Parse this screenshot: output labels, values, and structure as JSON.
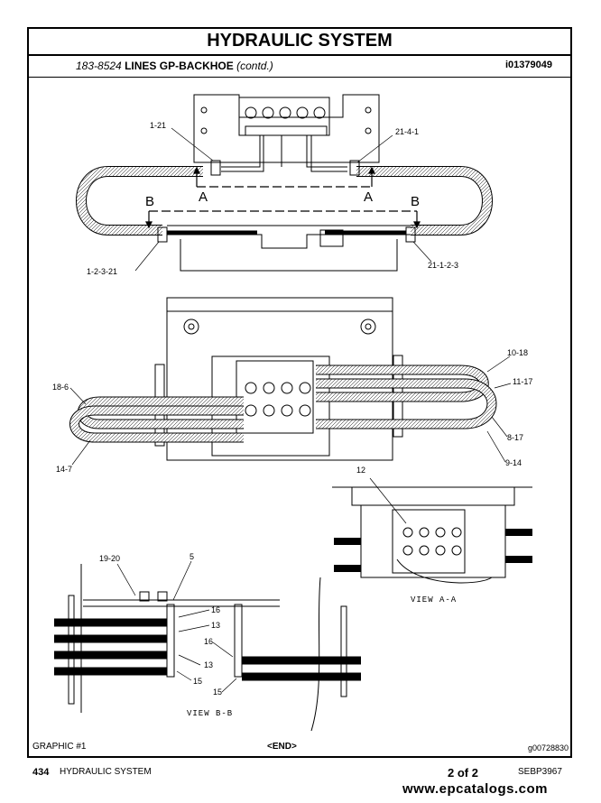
{
  "header": {
    "title": "HYDRAULIC SYSTEM",
    "part_number": "183-8524",
    "description": "LINES GP-BACKHOE",
    "contd": "(contd.)",
    "illustration_id": "i01379049"
  },
  "callouts": {
    "top_left": "1-21",
    "top_right": "21-4-1",
    "lower_left": "1-2-3-21",
    "lower_right": "21-1-2-3",
    "hose_18_6": "18-6",
    "hose_14_7": "14-7",
    "hose_10_18": "10-18",
    "hose_11_17": "11-17",
    "hose_8_17": "8-17",
    "hose_9_14": "9-14",
    "viewaa_12": "12",
    "bb_19_20": "19-20",
    "bb_5": "5",
    "bb_16a": "16",
    "bb_13a": "13",
    "bb_13b": "13",
    "bb_15a": "15",
    "bb_16b": "16",
    "bb_15b": "15"
  },
  "section_letters": {
    "a_left": "A",
    "a_right": "A",
    "b_left": "B",
    "b_right": "B"
  },
  "views": {
    "view_aa": "VIEW A-A",
    "view_bb": "VIEW B-B"
  },
  "bottom": {
    "graphic": "GRAPHIC #1",
    "end": "<END>",
    "graphic_id": "g00728830"
  },
  "footer": {
    "page_number": "434",
    "section": "HYDRAULIC SYSTEM",
    "page_count": "2 of 2",
    "doc_code": "SEBP3967"
  },
  "watermark": "www.epcatalogs.com"
}
